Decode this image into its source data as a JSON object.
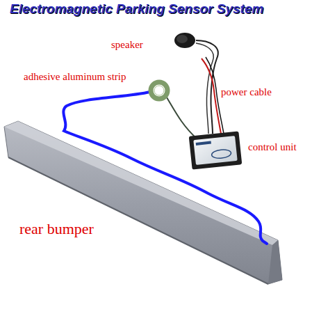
{
  "diagram": {
    "title": "Electromagnetic Parking Sensor System",
    "labels": [
      "speaker",
      "adhesive aluminum strip",
      "power cable",
      "control unit",
      "rear bumper"
    ]
  }
}
